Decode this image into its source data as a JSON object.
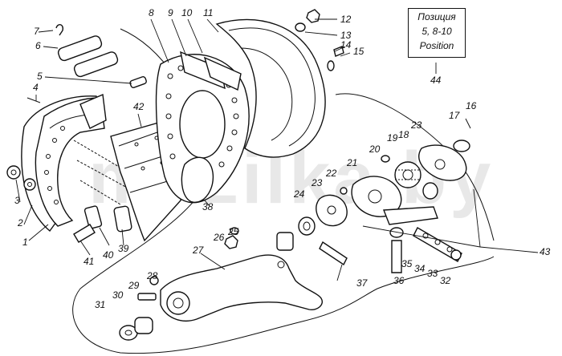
{
  "legend": {
    "line1": "Позиция",
    "line2": "5, 8-10",
    "line3": "Position",
    "ref": "44"
  },
  "watermark": "mazilka.by",
  "parts": {
    "p1": "1",
    "p2": "2",
    "p3": "3",
    "p4": "4",
    "p5": "5",
    "p6": "6",
    "p7": "7",
    "p8": "8",
    "p9": "9",
    "p10": "10",
    "p11": "11",
    "p12": "12",
    "p13": "13",
    "p14": "14",
    "p15": "15",
    "p16": "16",
    "p17": "17",
    "p18": "18",
    "p19": "19",
    "p20": "20",
    "p21": "21",
    "p22": "22",
    "p23a": "23",
    "p23b": "23",
    "p24": "24",
    "p25": "25",
    "p26": "26",
    "p27": "27",
    "p28": "28",
    "p29": "29",
    "p30": "30",
    "p31": "31",
    "p32": "32",
    "p33": "33",
    "p34": "34",
    "p35": "35",
    "p36": "36",
    "p37": "37",
    "p38": "38",
    "p39": "39",
    "p40": "40",
    "p41": "41",
    "p42": "42",
    "p43": "43"
  }
}
